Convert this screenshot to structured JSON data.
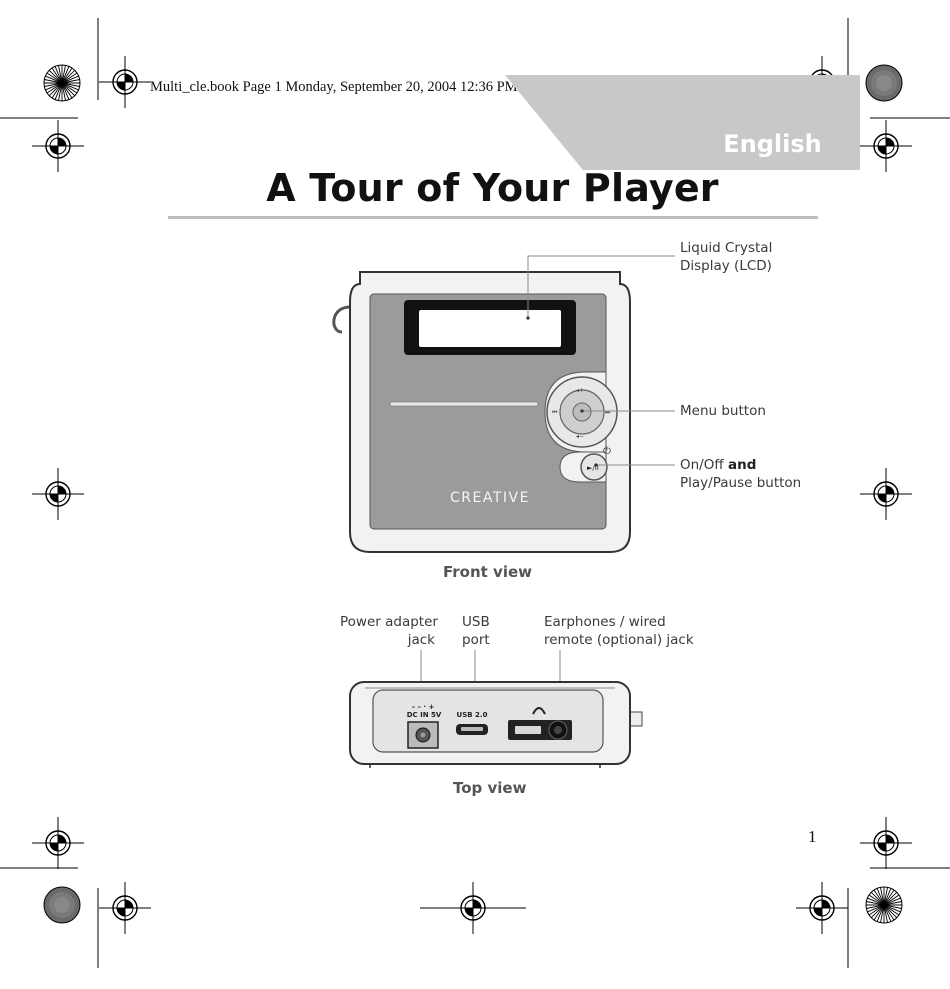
{
  "header": {
    "text": "Multi_cle.book  Page 1  Monday, September 20, 2004  12:36 PM"
  },
  "language_tab": {
    "label": "English"
  },
  "page": {
    "title": "A Tour of Your Player",
    "number": "1"
  },
  "front_view": {
    "caption": "Front view",
    "device_brand": "CREATIVE",
    "labels": {
      "lcd_line1": "Liquid Crystal",
      "lcd_line2": "Display (LCD)",
      "menu": "Menu button",
      "power_part1": "On/Off",
      "power_and": "and",
      "power_line2": "Play/Pause button"
    }
  },
  "top_view": {
    "caption": "Top view",
    "labels": {
      "power_line1": "Power adapter",
      "power_line2": "jack",
      "usb_line1": "USB",
      "usb_line2": "port",
      "earphones_line1": "Earphones / wired",
      "earphones_line2": "remote (optional) jack"
    },
    "port_markings": {
      "dc_polarity": "–  –  ·  +",
      "dc": "DC IN 5V",
      "usb": "USB 2.0"
    }
  },
  "colors": {
    "tab_gray": "#c8c8c8",
    "device_panel": "#9a9a9a",
    "device_body": "#f0f0f0"
  }
}
